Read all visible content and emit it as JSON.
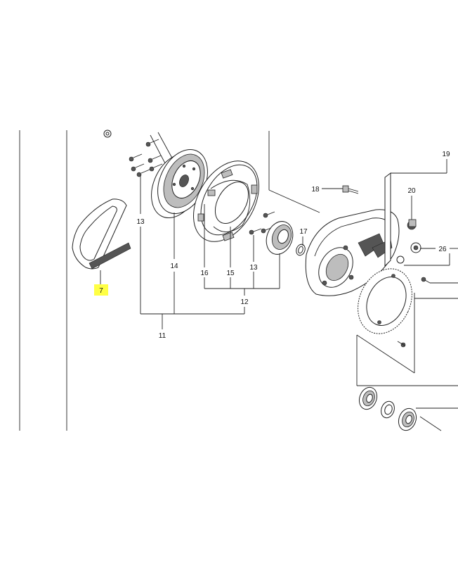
{
  "colors": {
    "highlight": "#ffff44",
    "line": "#222222",
    "background": "#ffffff"
  },
  "callouts": {
    "p7": "7",
    "p11": "11",
    "p12": "12",
    "p13a": "13",
    "p13b": "13",
    "p14": "14",
    "p15": "15",
    "p16": "16",
    "p17": "17",
    "p18": "18",
    "p19": "19",
    "p20": "20",
    "p26": "26"
  }
}
